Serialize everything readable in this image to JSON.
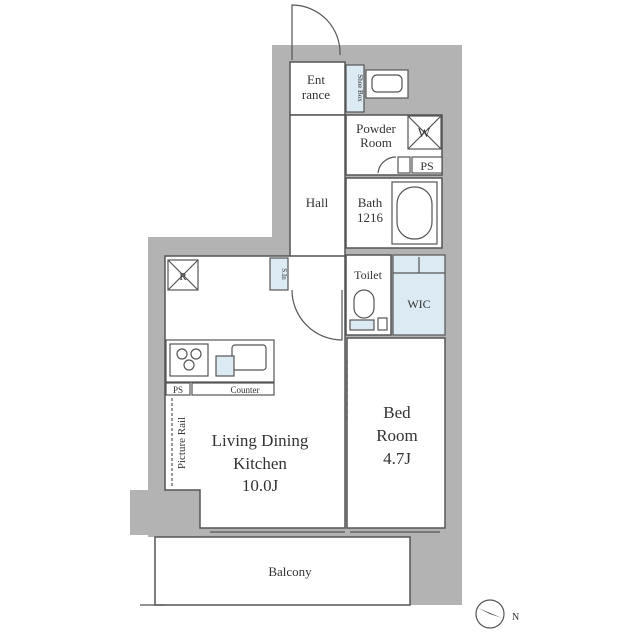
{
  "rooms": {
    "entrance": [
      "Ent",
      "rance"
    ],
    "shoe_box": "Shoe Box",
    "powder_room": [
      "Powder",
      "Room"
    ],
    "washer": "W",
    "ps_bath": "PS",
    "bath": [
      "Bath",
      "1216"
    ],
    "hall": "Hall",
    "shoe_in": "S.In",
    "toilet": "Toilet",
    "wic": "WIC",
    "refrigerator": "R",
    "ps_kitchen": "PS",
    "counter": "Counter",
    "picture_rail": "Picture Rail",
    "ldk": [
      "Living Dining",
      "Kitchen",
      "10.0J"
    ],
    "bedroom": [
      "Bed",
      "Room",
      "4.7J"
    ],
    "balcony": "Balcony"
  },
  "compass": {
    "label": "N"
  },
  "colors": {
    "wall": "#b3b3b3",
    "storage": "#dbeaf3",
    "line": "#555555"
  }
}
